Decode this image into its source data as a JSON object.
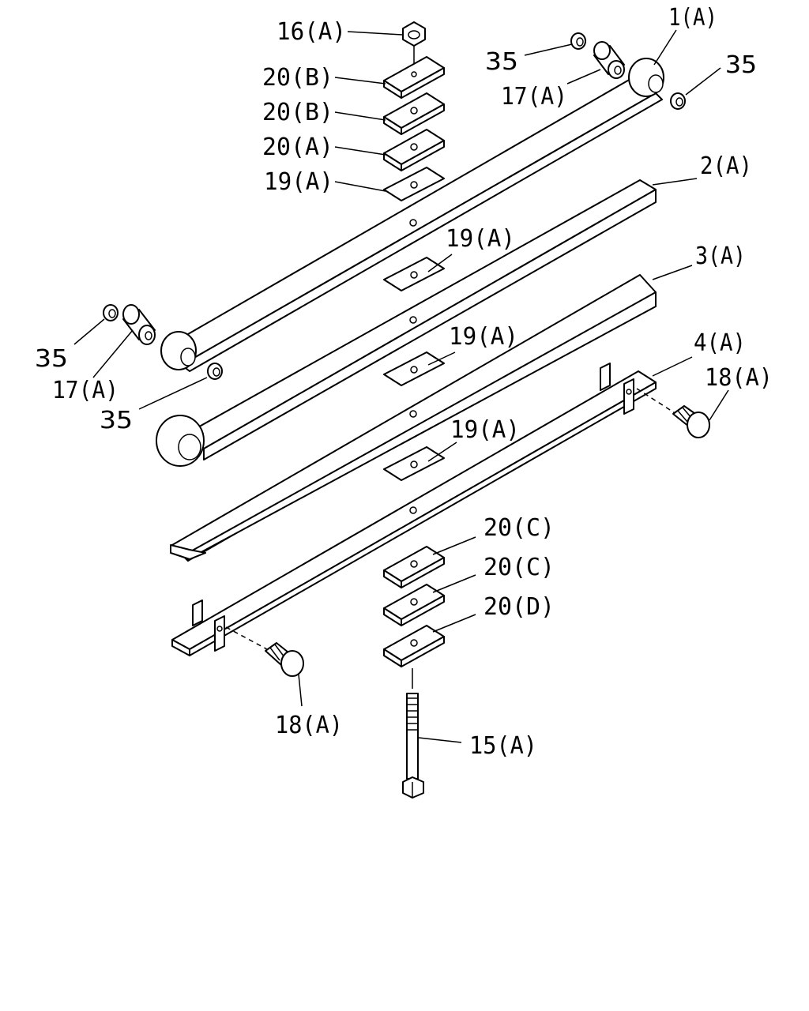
{
  "callouts": {
    "part_16a": "16(A)",
    "part_20b_top": "20(B)",
    "part_20b_second": "20(B)",
    "part_20a": "20(A)",
    "part_19a_top": "19(A)",
    "part_35_top_left": "35",
    "part_17a_top": "17(A)",
    "part_1a": "1(A)",
    "part_35_top_right": "35",
    "part_2a": "2(A)",
    "part_19a_leaf2": "19(A)",
    "part_3a": "3(A)",
    "part_19a_leaf3": "19(A)",
    "part_4a": "4(A)",
    "part_18a_right": "18(A)",
    "part_19a_leaf4": "19(A)",
    "part_35_left": "35",
    "part_17a_left": "17(A)",
    "part_35_left_lower": "35",
    "part_20c_first": "20(C)",
    "part_20c_second": "20(C)",
    "part_20d": "20(D)",
    "part_18a_left": "18(A)",
    "part_15a": "15(A)"
  }
}
